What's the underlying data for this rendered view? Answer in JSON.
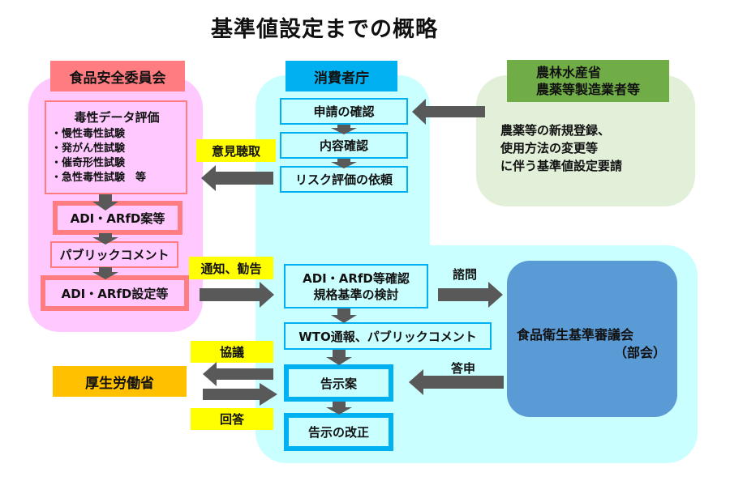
{
  "title": "基準値設定までの概略",
  "organizations": {
    "food_safety_commission": "食品安全委員会",
    "consumer_agency": "消費者庁",
    "maff": [
      "農林水産省",
      "農薬等製造業者等"
    ],
    "mhlw": "厚生労働省",
    "food_sanitation_council": [
      "食品衛生基準審議会",
      "（部会）"
    ]
  },
  "food_safety_commission_steps": {
    "toxicity_title": "毒性データ評価",
    "toxicity_tests": [
      "・慢性毒性試験",
      "・発がん性試験",
      "・催奇形性試験",
      "・急性毒性試験　等"
    ],
    "draft": "ADI・ARfD案等",
    "public_comment": "パブリックコメント",
    "setting": "ADI・ARfD設定等"
  },
  "consumer_agency_steps": {
    "application_check": "申請の確認",
    "content_check": "内容確認",
    "risk_request": "リスク評価の依頼",
    "adi_check": [
      "ADI・ARfD等確認",
      "規格基準の検討"
    ],
    "wto": "WTO通報、パブリックコメント",
    "notice_draft": "告示案",
    "notice_revision": "告示の改正"
  },
  "maff_request": [
    "農薬等の新規登録、",
    "使用方法の変更等",
    "に伴う基準値設定要請"
  ],
  "arrow_labels": {
    "hearing": "意見聴取",
    "notification": "通知、勧告",
    "consultation_query": "諮問",
    "report": "答申",
    "discussion": "協議",
    "answer": "回答"
  },
  "colors": {
    "pink_region": "#ffc9ff",
    "pink_accent": "#ff7c80",
    "cyan_region": "#c9ffff",
    "cyan_accent": "#00b0f0",
    "green_region": "#e2efd9",
    "green_accent": "#70ad47",
    "orange": "#ffc000",
    "council_blue": "#5b9bd5",
    "yellow": "#ffff00",
    "arrow": "#595959"
  }
}
